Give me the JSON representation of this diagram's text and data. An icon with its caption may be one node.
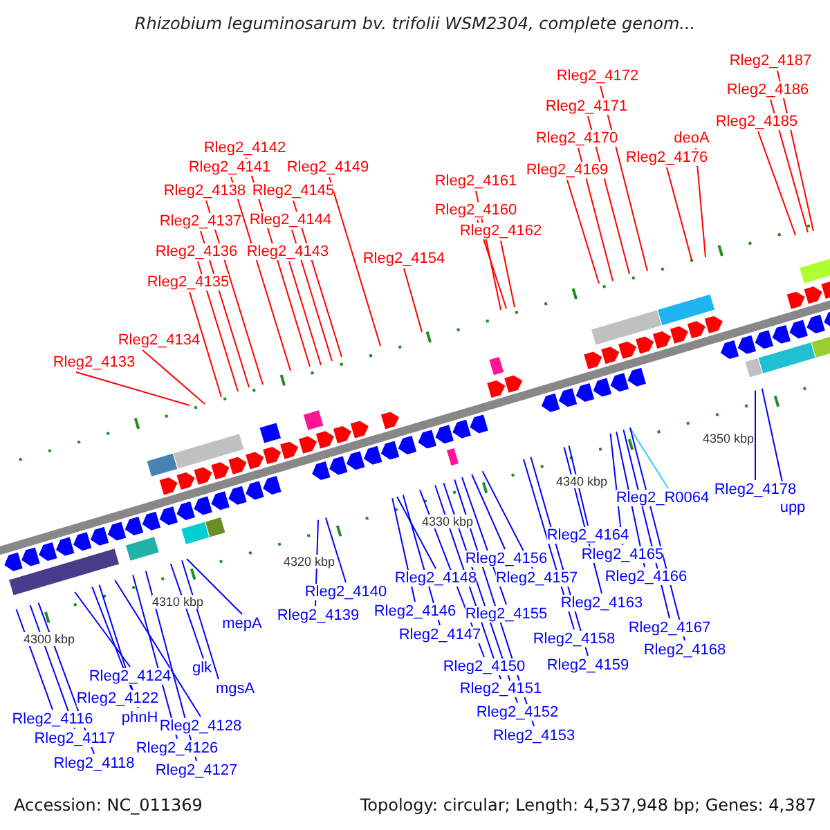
{
  "diagram": {
    "title": "Rhizobium leguminosarum bv. trifolii WSM2304, complete genom...",
    "nodes": [
      {
        "text": [
          "Rleg2_4187"
        ]
      },
      {
        "text": [
          "Rleg2_4186"
        ]
      },
      {
        "text": [
          "Rleg2_4172"
        ]
      },
      {
        "text": [
          "Rleg2_4171"
        ]
      },
      {
        "text": [
          "Rleg2_4185"
        ]
      },
      {
        "text": [
          "Rleg2_4170"
        ]
      },
      {
        "text": [
          "deoA"
        ]
      },
      {
        "text": [
          "Rleg2_4142"
        ]
      },
      {
        "text": [
          "Rleg2_4176"
        ]
      },
      {
        "text": [
          "Rleg2_4141"
        ]
      },
      {
        "text": [
          "Rleg2_4149"
        ]
      },
      {
        "text": [
          "Rleg2_4169"
        ]
      },
      {
        "text": [
          "Rleg2_4161"
        ]
      },
      {
        "text": [
          "Rleg2_4138"
        ]
      },
      {
        "text": [
          "Rleg2_4145"
        ]
      },
      {
        "text": [
          "Rleg2_4160"
        ]
      },
      {
        "text": [
          "Rleg2_4137"
        ]
      },
      {
        "text": [
          "Rleg2_4144"
        ]
      },
      {
        "text": [
          "Rleg2_4162"
        ]
      },
      {
        "text": [
          "Rleg2_4136"
        ]
      },
      {
        "text": [
          "Rleg2_4143"
        ]
      },
      {
        "text": [
          "Rleg2_4154"
        ]
      },
      {
        "text": [
          "Rleg2_4135"
        ]
      },
      {
        "text": [
          "Rleg2_4134"
        ]
      },
      {
        "text": [
          "Rleg2_4133"
        ]
      },
      {
        "text": [
          "Rleg2_4178"
        ]
      },
      {
        "text": [
          "Rleg2_R0064"
        ]
      },
      {
        "text": [
          "upp"
        ]
      },
      {
        "text": [
          "Rleg2_4164"
        ]
      },
      {
        "text": [
          "Rleg2_4165"
        ]
      },
      {
        "text": [
          "Rleg2_4156"
        ]
      },
      {
        "text": [
          "Rleg2_4166"
        ]
      },
      {
        "text": [
          "Rleg2_4148"
        ]
      },
      {
        "text": [
          "Rleg2_4157"
        ]
      },
      {
        "text": [
          "Rleg2_4140"
        ]
      },
      {
        "text": [
          "Rleg2_4163"
        ]
      },
      {
        "text": [
          "Rleg2_4146"
        ]
      },
      {
        "text": [
          "Rleg2_4155"
        ]
      },
      {
        "text": [
          "Rleg2_4139"
        ]
      },
      {
        "text": [
          "mepA"
        ]
      },
      {
        "text": [
          "Rleg2_4167"
        ]
      },
      {
        "text": [
          "Rleg2_4147"
        ]
      },
      {
        "text": [
          "Rleg2_4158"
        ]
      },
      {
        "text": [
          "Rleg2_4168"
        ]
      },
      {
        "text": [
          "Rleg2_4159"
        ]
      },
      {
        "text": [
          "Rleg2_4150"
        ]
      },
      {
        "text": [
          "glk"
        ]
      },
      {
        "text": [
          "Rleg2_4124"
        ]
      },
      {
        "text": [
          "Rleg2_4151"
        ]
      },
      {
        "text": [
          "mgsA"
        ]
      },
      {
        "text": [
          "Rleg2_4122"
        ]
      },
      {
        "text": [
          "Rleg2_4152"
        ]
      },
      {
        "text": [
          "phnH"
        ]
      },
      {
        "text": [
          "Rleg2_4116"
        ]
      },
      {
        "text": [
          "Rleg2_4128"
        ]
      },
      {
        "text": [
          "Rleg2_4153"
        ]
      },
      {
        "text": [
          "Rleg2_4117"
        ]
      },
      {
        "text": [
          "Rleg2_4126"
        ]
      },
      {
        "text": [
          "Rleg2_4118"
        ]
      },
      {
        "text": [
          "Rleg2_4127"
        ]
      }
    ],
    "edges": [
      {
        "from": 0,
        "to": null,
        "arrow": "none",
        "color": "#ff0000"
      },
      {
        "from": 1,
        "to": null,
        "arrow": "none",
        "color": "#ff0000"
      },
      {
        "from": 2,
        "to": null,
        "arrow": "none",
        "color": "#ff0000"
      },
      {
        "from": 3,
        "to": null,
        "arrow": "none",
        "color": "#ff0000"
      },
      {
        "from": 4,
        "to": null,
        "arrow": "none",
        "color": "#ff0000"
      },
      {
        "from": 5,
        "to": null,
        "arrow": "none",
        "color": "#ff0000"
      },
      {
        "from": 6,
        "to": null,
        "arrow": "none",
        "color": "#ff0000"
      },
      {
        "from": 7,
        "to": null,
        "arrow": "none",
        "color": "#ff0000"
      },
      {
        "from": 8,
        "to": null,
        "arrow": "none",
        "color": "#ff0000"
      },
      {
        "from": 9,
        "to": null,
        "arrow": "none",
        "color": "#ff0000"
      },
      {
        "from": 10,
        "to": null,
        "arrow": "none",
        "color": "#ff0000"
      },
      {
        "from": 11,
        "to": null,
        "arrow": "none",
        "color": "#ff0000"
      },
      {
        "from": 12,
        "to": null,
        "arrow": "none",
        "color": "#ff0000"
      },
      {
        "from": 13,
        "to": null,
        "arrow": "none",
        "color": "#ff0000"
      },
      {
        "from": 14,
        "to": null,
        "arrow": "none",
        "color": "#ff0000"
      },
      {
        "from": 15,
        "to": null,
        "arrow": "none",
        "color": "#ff0000"
      },
      {
        "from": 16,
        "to": null,
        "arrow": "none",
        "color": "#ff0000"
      },
      {
        "from": 17,
        "to": null,
        "arrow": "none",
        "color": "#ff0000"
      },
      {
        "from": 18,
        "to": null,
        "arrow": "none",
        "color": "#ff0000"
      },
      {
        "from": 19,
        "to": null,
        "arrow": "none",
        "color": "#ff0000"
      },
      {
        "from": 20,
        "to": null,
        "arrow": "none",
        "color": "#ff0000"
      },
      {
        "from": 21,
        "to": null,
        "arrow": "none",
        "color": "#ff0000"
      },
      {
        "from": 22,
        "to": null,
        "arrow": "none",
        "color": "#ff0000"
      },
      {
        "from": 23,
        "to": null,
        "arrow": "none",
        "color": "#ff0000"
      },
      {
        "from": 24,
        "to": null,
        "arrow": "none",
        "color": "#ff0000"
      },
      {
        "from": 25,
        "to": null,
        "arrow": "none"
      },
      {
        "from": 26,
        "to": null,
        "arrow": "none",
        "color": "#33ccff"
      },
      {
        "from": 27,
        "to": null,
        "arrow": "none"
      },
      {
        "from": 28,
        "to": null,
        "arrow": "none"
      },
      {
        "from": 29,
        "to": null,
        "arrow": "none"
      },
      {
        "from": 30,
        "to": null,
        "arrow": "none"
      },
      {
        "from": 31,
        "to": null,
        "arrow": "none"
      },
      {
        "from": 32,
        "to": null,
        "arrow": "none"
      },
      {
        "from": 33,
        "to": null,
        "arrow": "none"
      },
      {
        "from": 34,
        "to": null,
        "arrow": "none"
      },
      {
        "from": 35,
        "to": null,
        "arrow": "none"
      },
      {
        "from": 36,
        "to": null,
        "arrow": "none"
      },
      {
        "from": 37,
        "to": null,
        "arrow": "none"
      },
      {
        "from": 38,
        "to": null,
        "arrow": "none"
      },
      {
        "from": 39,
        "to": null,
        "arrow": "none"
      },
      {
        "from": 40,
        "to": null,
        "arrow": "none"
      },
      {
        "from": 41,
        "to": null,
        "arrow": "none"
      },
      {
        "from": 42,
        "to": null,
        "arrow": "none"
      },
      {
        "from": 43,
        "to": null,
        "arrow": "none"
      },
      {
        "from": 44,
        "to": null,
        "arrow": "none"
      },
      {
        "from": 45,
        "to": null,
        "arrow": "none"
      },
      {
        "from": 46,
        "to": null,
        "arrow": "none"
      },
      {
        "from": 47,
        "to": null,
        "arrow": "none"
      },
      {
        "from": 48,
        "to": null,
        "arrow": "none"
      },
      {
        "from": 49,
        "to": null,
        "arrow": "none"
      },
      {
        "from": 50,
        "to": null,
        "arrow": "none"
      },
      {
        "from": 51,
        "to": null,
        "arrow": "none"
      },
      {
        "from": 52,
        "to": null,
        "arrow": "none"
      },
      {
        "from": 53,
        "to": null,
        "arrow": "none"
      },
      {
        "from": 54,
        "to": null,
        "arrow": "none"
      },
      {
        "from": 55,
        "to": null,
        "arrow": "none"
      },
      {
        "from": 56,
        "to": null,
        "arrow": "none"
      },
      {
        "from": 57,
        "to": null,
        "arrow": "none"
      },
      {
        "from": 58,
        "to": null,
        "arrow": "none"
      },
      {
        "from": 59,
        "to": null,
        "arrow": "none"
      }
    ],
    "labels": [
      "4350 kbp",
      "4340 kbp",
      "4330 kbp",
      "4320 kbp",
      "4310 kbp",
      "4300 kbp",
      "Accession: NC_011369",
      "Topology: circular; Length: 4,537,948 bp; Genes: 4,387"
    ]
  }
}
